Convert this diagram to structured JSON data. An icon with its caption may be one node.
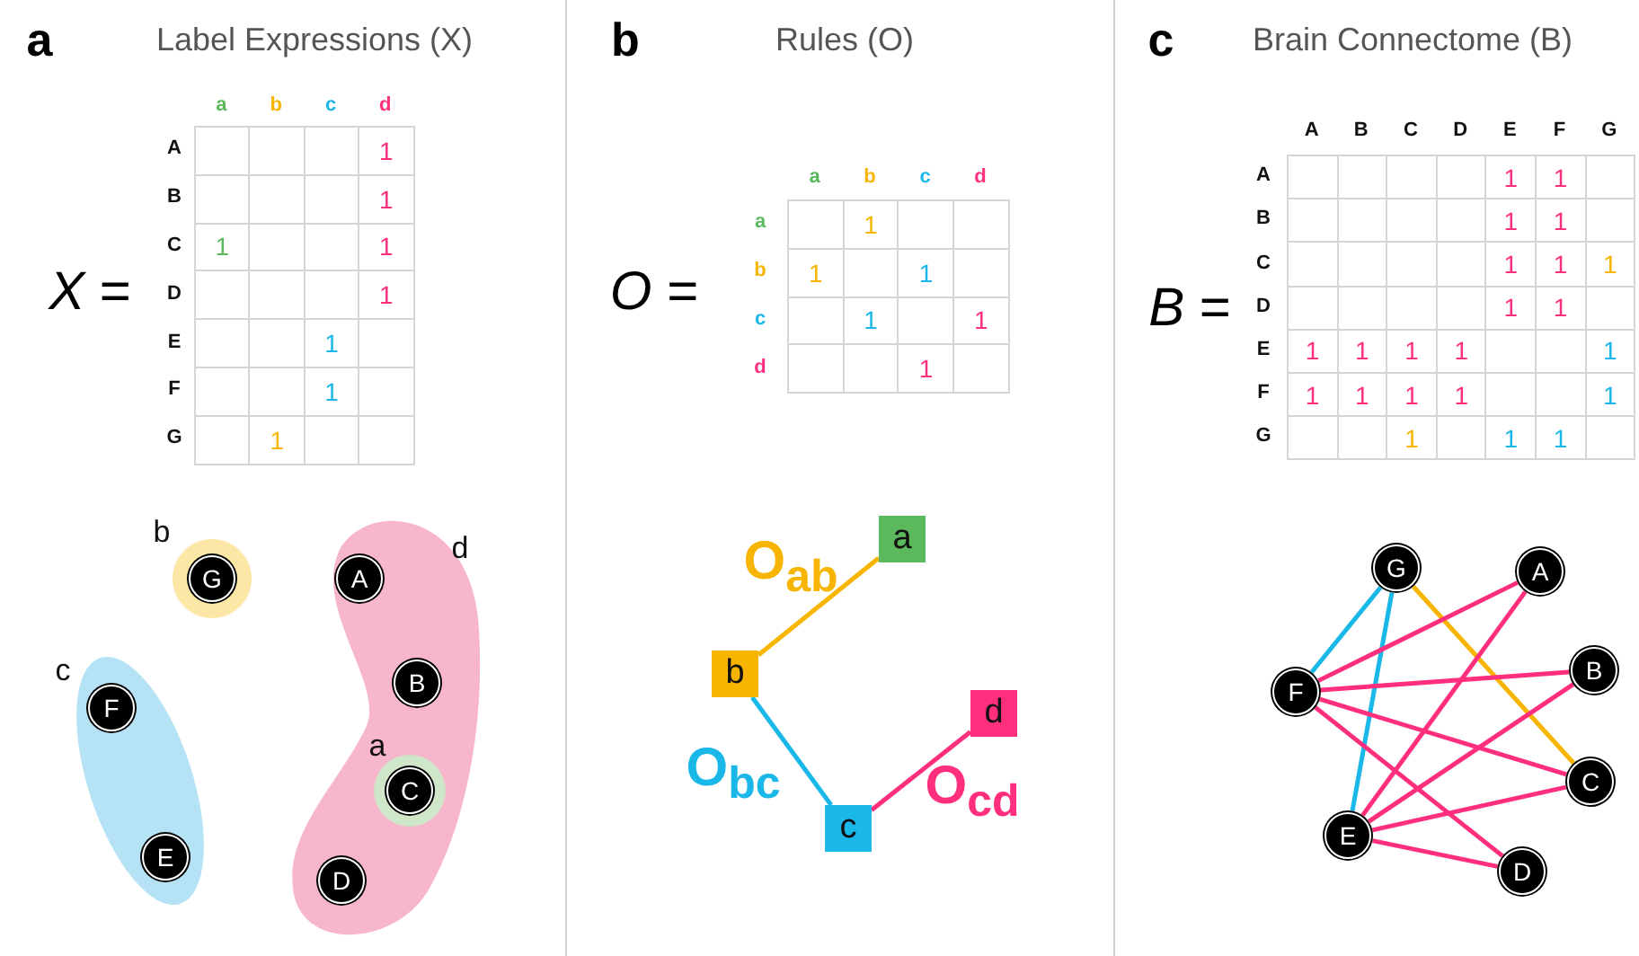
{
  "diagram": {
    "nodes": [
      {
        "text": [
          "b"
        ]
      },
      {
        "text": [
          "G"
        ],
        "in": 0
      },
      {
        "text": [
          "d"
        ]
      },
      {
        "text": [
          "A"
        ],
        "in": 2
      },
      {
        "text": [
          "B"
        ],
        "in": 2
      },
      {
        "text": [
          "a"
        ],
        "in": 2
      },
      {
        "text": [
          "C"
        ],
        "in": 5
      },
      {
        "text": [
          "D"
        ],
        "in": 2
      },
      {
        "text": [
          "c"
        ]
      },
      {
        "text": [
          "F"
        ],
        "in": 8
      },
      {
        "text": [
          "E"
        ],
        "in": 8
      },
      {
        "text": [
          "a"
        ]
      },
      {
        "text": [
          "b"
        ]
      },
      {
        "text": [
          "c"
        ]
      },
      {
        "text": [
          "d"
        ]
      },
      {
        "text": [
          "G"
        ]
      },
      {
        "text": [
          "A"
        ]
      },
      {
        "text": [
          "F"
        ]
      },
      {
        "text": [
          "B"
        ]
      },
      {
        "text": [
          "C"
        ]
      },
      {
        "text": [
          "E"
        ]
      },
      {
        "text": [
          "D"
        ]
      }
    ],
    "edges": [
      {
        "from": 12,
        "to": 11,
        "arrow": "none",
        "label": "O$_{ab}$",
        "color": "#f7b500"
      },
      {
        "from": 12,
        "to": 13,
        "arrow": "none",
        "label": "O$_{bc}$",
        "color": "#1ab8e8"
      },
      {
        "from": 13,
        "to": 14,
        "arrow": "none",
        "label": "O$_{cd}$"
      },
      {
        "from": 15,
        "to": 17,
        "arrow": "none",
        "color": "#1ab8e8"
      },
      {
        "from": 15,
        "to": 20,
        "arrow": "none",
        "color": "#1ab8e8"
      },
      {
        "from": 15,
        "to": 19,
        "arrow": "none",
        "color": "#f7b500"
      },
      {
        "from": 17,
        "to": 16,
        "arrow": "none"
      },
      {
        "from": 17,
        "to": 18,
        "arrow": "none"
      },
      {
        "from": 17,
        "to": 19,
        "arrow": "none"
      },
      {
        "from": 17,
        "to": 21,
        "arrow": "none"
      },
      {
        "from": 20,
        "to": 16,
        "arrow": "none"
      },
      {
        "from": 20,
        "to": 18,
        "arrow": "none"
      },
      {
        "from": 20,
        "to": 19,
        "arrow": "none"
      },
      {
        "from": 20,
        "to": 21,
        "arrow": "none"
      }
    ],
    "labels": [
      "a",
      "Label Expressions (X)",
      "*X* =",
      "a",
      "b",
      "c",
      "d",
      "A",
      "1",
      "B",
      "1",
      "C",
      "1",
      "1",
      "D",
      "1",
      "E",
      "1",
      "F",
      "1",
      "G",
      "1",
      "b",
      "Rules (O)",
      "*O* =",
      "a",
      "b",
      "c",
      "d",
      "a",
      "1",
      "b",
      "1",
      "1",
      "c",
      "1",
      "1",
      "d",
      "1",
      "c",
      "Brain Connectome (B)",
      "*B* =",
      "A",
      "B",
      "C",
      "D",
      "E",
      "F",
      "G",
      "A",
      "1",
      "1",
      "B",
      "1",
      "1",
      "C",
      "1",
      "1",
      "1",
      "D",
      "1",
      "1",
      "E",
      "1",
      "1",
      "1",
      "1",
      "1",
      "F",
      "1",
      "1",
      "1",
      "1",
      "1",
      "G",
      "1",
      "1",
      "1"
    ]
  }
}
